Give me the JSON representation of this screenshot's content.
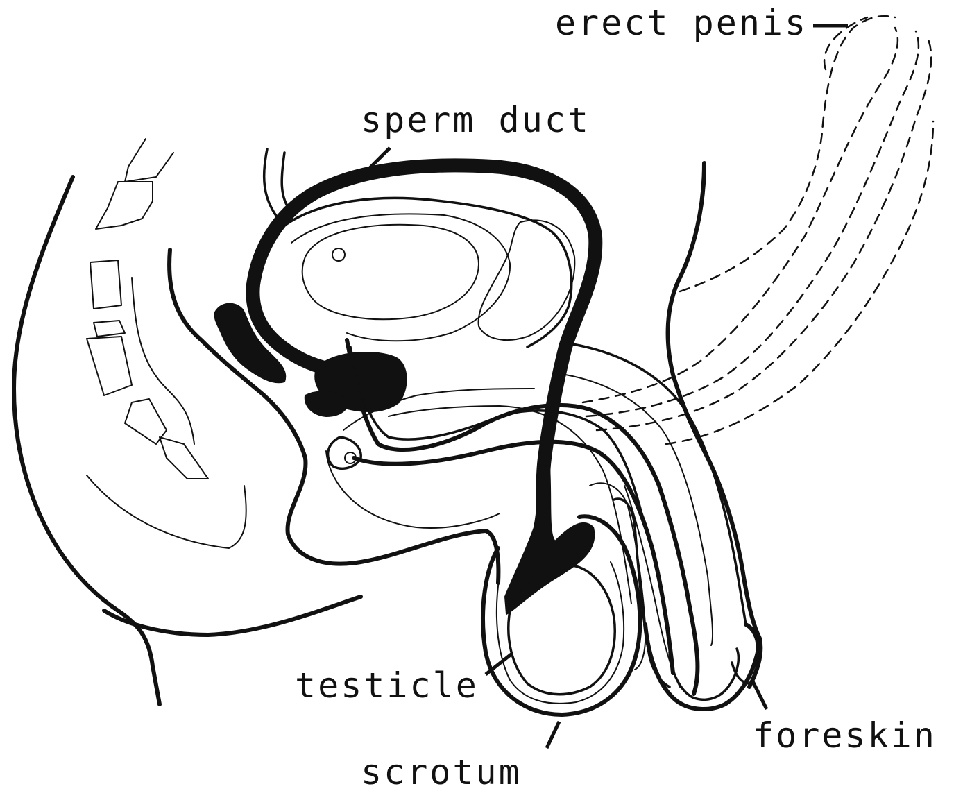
{
  "labels": {
    "erect_penis": "erect penis",
    "sperm_duct": "sperm duct",
    "testicle": "testicle",
    "scrotum": "scrotum",
    "foreskin": "foreskin"
  },
  "colors": {
    "line": "#111111",
    "background": "#ffffff"
  }
}
